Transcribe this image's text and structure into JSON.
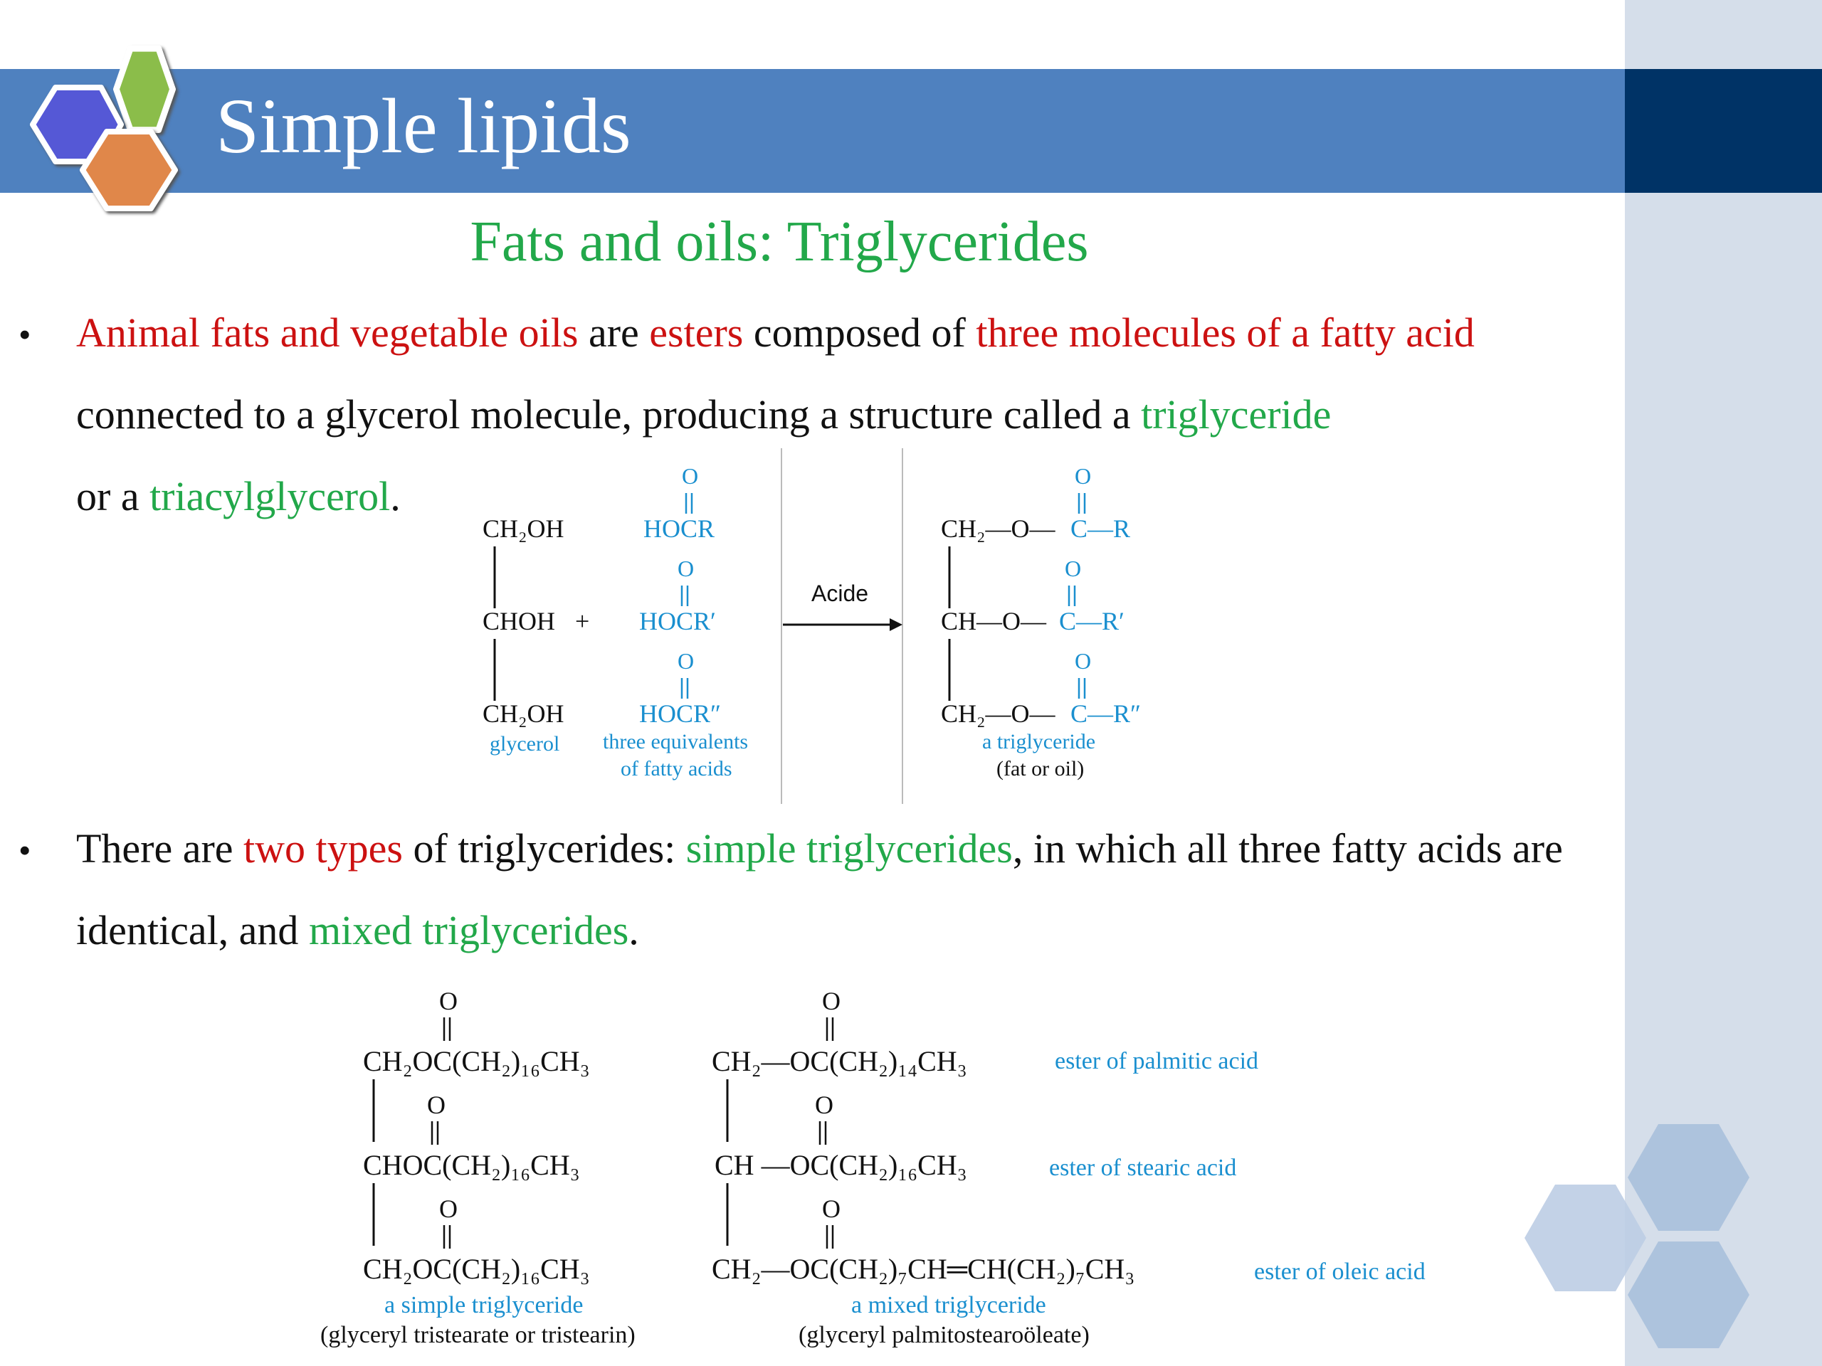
{
  "slide": {
    "title": "Simple lipids",
    "subtitle": "Fats and oils: Triglycerides"
  },
  "bullet1": {
    "p1": "Animal fats and vegetable oils",
    "p2": " are ",
    "p3": "esters",
    "p4": " composed of ",
    "p5": "three molecules of a fatty acid",
    "p6": " connected to a glycerol molecule, producing a structure called a ",
    "p7": "triglyceride",
    "p8": " or a ",
    "p9": "triacylglycerol",
    "p10": "."
  },
  "bullet2": {
    "p1": "There are ",
    "p2": "two types",
    "p3": " of triglycerides: ",
    "p4": "simple triglycerides",
    "p5": ", in which all three fatty acids are identical, and ",
    "p6": "mixed triglycerides",
    "p7": "."
  },
  "reaction": {
    "glycerol_top": "CH₂OH",
    "glycerol_mid": "CHOH",
    "plus": "+",
    "glycerol_bot": "CH₂OH",
    "glycerol_label": "glycerol",
    "acid1": "HOCR",
    "acid2": "HOCR′",
    "acid3": "HOCR″",
    "acids_label_1": "three equivalents",
    "acids_label_2": "of fatty acids",
    "oxygen": "O",
    "arrow_label": "Acide",
    "prod_top": "CH₂—O—",
    "prod_top_r": "C—R",
    "prod_mid": "CH—O—",
    "prod_mid_r": "C—R′",
    "prod_bot": "CH₂—O—",
    "prod_bot_r": "C—R″",
    "product_label": "a triglyceride",
    "product_sub": "(fat or oil)"
  },
  "simple_tg": {
    "row1": "CH₂OC(CH₂)₁₆CH₃",
    "row2": "CHOC(CH₂)₁₆CH₃",
    "row3": "CH₂OC(CH₂)₁₆CH₃",
    "label": "a simple triglyceride",
    "sub": "(glyceryl tristearate or tristearin)"
  },
  "mixed_tg": {
    "row1": "CH₂—OC(CH₂)₁₄CH₃",
    "row2": "CH —OC(CH₂)₁₆CH₃",
    "row3": "CH₂—OC(CH₂)₇CH═CH(CH₂)₇CH₃",
    "label": "a mixed triglyceride",
    "sub": "(glyceryl palmitostearoöleate)",
    "note1": "ester of palmitic acid",
    "note2": "ester of stearic acid",
    "note3": "ester of oleic acid"
  },
  "colors": {
    "title_bar": "#4f81bf",
    "title_bar_dark": "#003366",
    "side_panel": "#d5deea",
    "red": "#cc1111",
    "green": "#22a84a",
    "blue": "#1a8fcf",
    "hex_purple": "#5558d6",
    "hex_green": "#8bbd4a",
    "hex_orange": "#e0874a",
    "hex_deco": "#a9c0dc"
  }
}
